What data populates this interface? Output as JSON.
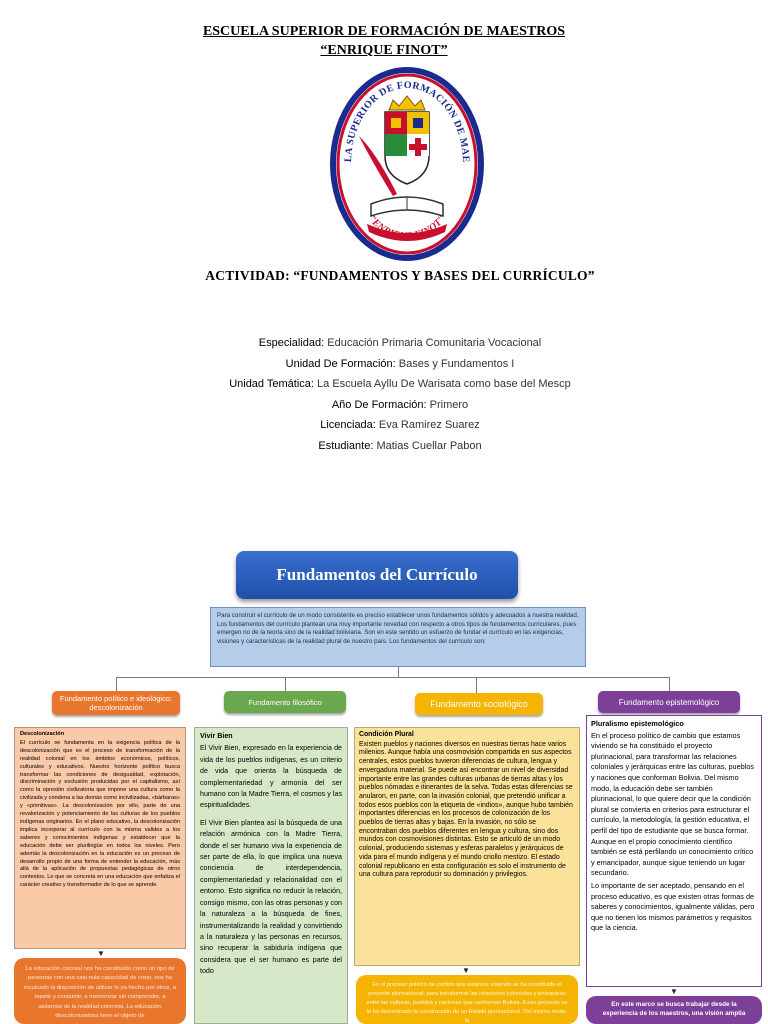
{
  "header": {
    "school_line1": "ESCUELA SUPERIOR DE FORMACIÓN DE MAESTROS",
    "school_line2": "“ENRIQUE FINOT”"
  },
  "logo": {
    "ring_text_top": "ESCUELA SUPERIOR DE FORMACIÓN DE MAESTROS",
    "ring_text_bottom": "\"ENRIQUE FINOT\""
  },
  "activity": {
    "label": "ACTIVIDAD",
    "title": ": “FUNDAMENTOS Y BASES DEL CURRÍCULO”"
  },
  "info": [
    {
      "label": "Especialidad:",
      "value": "Educación Primaria Comunitaria Vocacional"
    },
    {
      "label": "Unidad De Formación:",
      "value": "Bases y Fundamentos I"
    },
    {
      "label": "Unidad Temática:",
      "value": "La Escuela Ayllu De Warisata como base del Mescp"
    },
    {
      "label": "Año De Formación:",
      "value": "Primero"
    },
    {
      "label": "Licenciada:",
      "value": "Eva Ramirez Suarez"
    },
    {
      "label": "Estudiante:",
      "value": "Matias Cuellar Pabon"
    }
  ],
  "map": {
    "title": "Fundamentos del Currículo",
    "intro": "Para construir el currículo de un modo consistente es preciso establecer unos fundamentos sólidos y adecuados a nuestra realidad. Los fundamentos del currículo plantean una muy importante novedad con respecto a otros tipos de fundamentos curriculares, pues emergen no de la teoría sino de la realidad boliviana. Son en este sentido un esfuerzo de fundar el currículo en las exigencias, visiones y características de la realidad plural de nuestro país. Los fundamentos del currículo son:",
    "branches": [
      {
        "label": "Fundamento político e ideológico: descolonización",
        "color": "#e8762c",
        "box_color": "#f9c9a8",
        "box_title": "Descolonización",
        "box_text": "El currículo se fundamenta en la exigencia política de la descolonización que es el proceso de transformación de la realidad colonial en los ámbitos económicos, políticos, culturales y educativos. Nuestro horizonte político busca transformar las condiciones de desigualdad, explotación, discriminación y exclusión producidas por el capitalismo, así como la opresión civilizatoria que impone una cultura como la civilizada y condena a las demás como incivilizadas, «bárbaras» y «primitivas». La descolonización por ello, parte de una revalorización y potenciamiento de las culturas de los pueblos indígenas originarios. En el plano educativo, la descolonización implica incorporar al currículo con la misma validez a los saberes y conocimientos indígenas y establecer que la educación debe ser plurilingüe en todos los niveles. Pero además la descolonización en la educación es un proceso de desarrollo propio de una forma de entender la educación, más allá de la aplicación de propuestas pedagógicas de otros contextos. Lo que se concreta en una educación que enfatiza el carácter creativo y transformador de lo que se aprende.",
        "bottom_text": "La educación colonial nos ha constituido como un tipo de personas con una casi nula capacidad de crear, nos ha inculcado la disposición de utilizar lo ya hecho por otros, a repetir y consumir, a memorizar sin comprender, a aislarnos de la realidad concreta. La educación descolonizadora tiene el objeto de"
      },
      {
        "label": "Fundamento filosófico",
        "color": "#6aa84f",
        "box_color": "#d6e8c8",
        "box_title": "Vivir Bien",
        "box_text": "El Vivir Bien, expresado en la experiencia de vida de los pueblos indígenas, es un criterio de vida que orienta la búsqueda de complementariedad y armonía del ser humano con la Madre Tierra, el cosmos y las espiritualidades.",
        "box_text2": "El Vivir Bien plantea así la búsqueda de una relación armónica con la Madre Tierra, donde el ser humano viva la experiencia de ser parte de ella, lo que implica una nueva conciencia de interdependencia, complementariedad y relacionalidad con el entorno. Esto significa no reducir la relación, consigo mismo, con las otras personas y con la naturaleza a la búsqueda de fines, instrumentalizando la realidad y convirtiendo a la naturaleza y las personas en recursos, sino recuperar la sabiduría indígena que considera que el ser humano es parte del todo"
      },
      {
        "label": "Fundamento sociológico",
        "color": "#f4b400",
        "box_color": "#fbe29a",
        "box_title": "Condición Plural",
        "box_text": "Existen pueblos y naciones diversos en nuestras tierras hace varios milenios. Aunque había una cosmovisión compartida en sus aspectos centrales, estos pueblos tuvieron diferencias de cultura, lengua y envergadura material. Se puede así encontrar un nivel de diversidad importante entre las grandes culturas urbanas de tierras altas y los pueblos nómadas e itinerantes de la selva. Todas estas diferencias se anularon, en parte, con la invasión colonial, que pretendió unificar a todos esos pueblos con la etiqueta de «indios», aunque hubo también importantes diferencias en los procesos de colonización de los pueblos de tierras altas y bajas. En la invasión, no sólo se encontraban dos pueblos diferentes en lengua y cultura, sino dos mundos con cosmovisiones distintas. Esto se articuló de un modo colonial, produciendo sistemas y esferas paralelos y jerárquicos de vida para el mundo indígena y el mundo criollo mestizo. El estado colonial republicano en esta configuración es solo el instrumento de una cultura para reproducir su dominación y privilegios.",
        "bottom_text": "En el proceso político de cambio que estamos viviendo se ha constituido el proyecto plurinacional, para transformar las relaciones coloniales y jerárquicas entre las culturas, pueblos y naciones que conforman Bolivia. A ese proyecto se le ha denominado la construcción de un Estado plurinacional. Del mismo modo, la"
      },
      {
        "label": "Fundamento epistemológico",
        "color": "#7e3f98",
        "box_color": "#ffffff",
        "box_title": "Pluralismo epistemológico",
        "box_text": "En el proceso político de cambio que estamos viviendo se ha constituido el proyecto plurinacional, para transformar las relaciones coloniales y jerárquicas entre las culturas, pueblos y naciones que conforman Bolivia. Del mismo modo, la educación debe ser también plurinacional, lo que quiere decir que la condición plural se convierta en criterios para estructurar el currículo, la metodología, la gestión educativa, el perfil del tipo de estudiante que se busca formar. Aunque en el propio conocimiento científico también se está perfilando un conocimiento crítico y emancipador, aunque sigue teniendo un lugar secundario.",
        "box_text2": "Lo importante de ser aceptado, pensando en el proceso educativo, es que existen otras formas de saberes y conocimientos, igualmente válidas, pero que no tienen los mismos parámetros y requisitos que la ciencia.",
        "bottom_text": "En este marco se busca trabajar desde la experiencia de los maestros, una visión amplia"
      }
    ]
  }
}
